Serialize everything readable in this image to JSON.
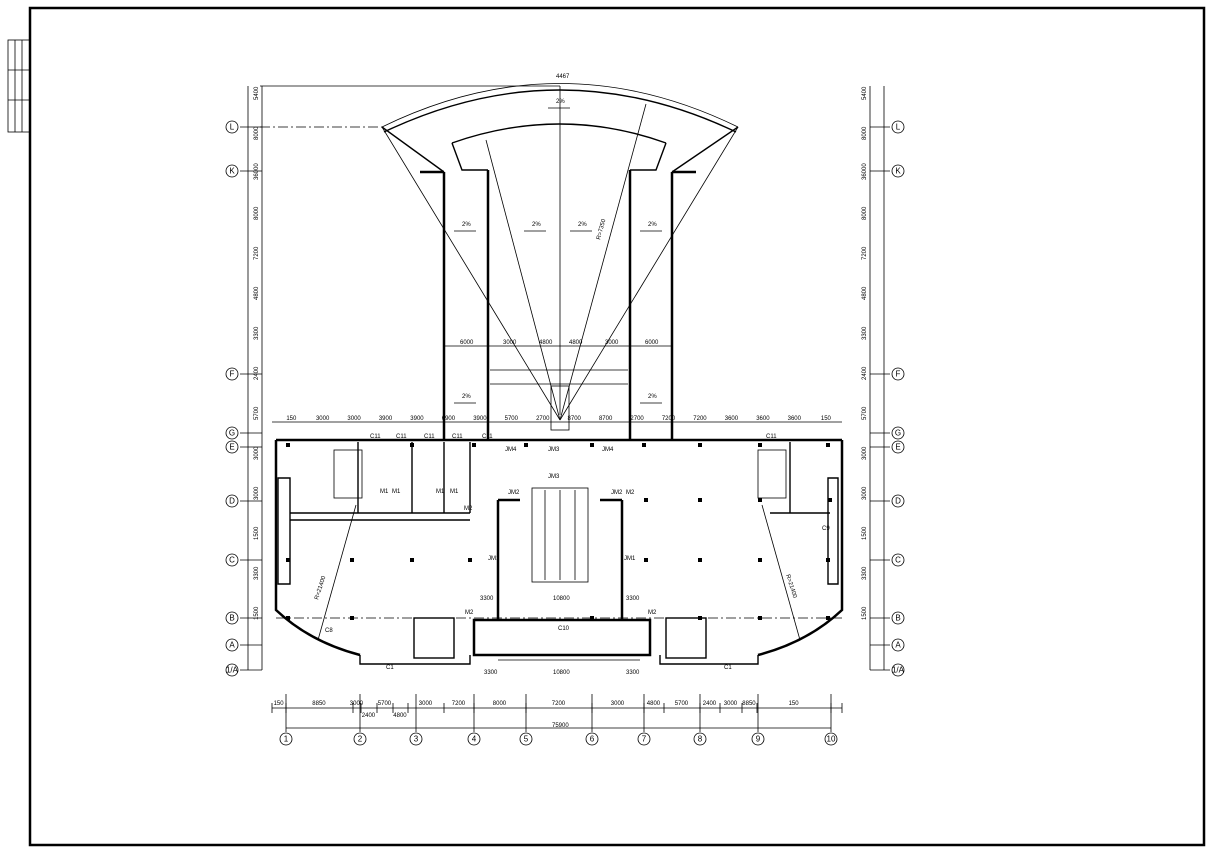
{
  "drawing": {
    "top_arc_dimension": "4467",
    "radius_label": "R=7350",
    "slope_labels": [
      "2%",
      "2%",
      "2%",
      "2%",
      "2%",
      "2%",
      "2%"
    ],
    "curve_radius_left": "R=21400",
    "curve_radius_right": "R=21400",
    "axes_bottom": [
      "1",
      "2",
      "3",
      "4",
      "5",
      "6",
      "7",
      "8",
      "9",
      "10"
    ],
    "axes_left": [
      {
        "id": "L"
      },
      {
        "id": "K"
      },
      {
        "id": "F"
      },
      {
        "id": "G"
      },
      {
        "id": "E"
      },
      {
        "id": "D"
      },
      {
        "id": "C"
      },
      {
        "id": "B"
      },
      {
        "id": "A"
      },
      {
        "id": "1/A"
      }
    ],
    "bottom_dims": [
      "150",
      "8850",
      "3000",
      "2400",
      "5700",
      "4800",
      "3000",
      "7200",
      "8000",
      "7200",
      "3000",
      "4800",
      "5700",
      "2400",
      "3000",
      "8850",
      "150"
    ],
    "bottom_total": "75900",
    "top_dims": [
      "150",
      "3000",
      "3000",
      "3900",
      "3900",
      "6900",
      "3900",
      "5700",
      "2700",
      "8700",
      "8700",
      "2700",
      "7200",
      "7200",
      "3600",
      "3600",
      "3600",
      "150"
    ],
    "left_dims": [
      "5400",
      "8000",
      "36000",
      "8000",
      "7200",
      "4800",
      "3300",
      "2400",
      "5700",
      "3000",
      "3000",
      "1500",
      "3300",
      "1500"
    ],
    "inner_dims": [
      "6000",
      "3000",
      "4800",
      "4800",
      "3000",
      "6000"
    ],
    "room_labels": {
      "windows_top": [
        "C11",
        "C11",
        "C11",
        "C11",
        "C11",
        "C11"
      ],
      "doors": [
        "M1",
        "M1",
        "M1",
        "M1",
        "M2",
        "M2",
        "M2",
        "M2",
        "JM4",
        "JM3",
        "JM4",
        "JM2",
        "JM2",
        "JM3",
        "JM1",
        "JM1"
      ],
      "c8": "C8",
      "c9": "C9",
      "c10": "C10",
      "c1_left": "C1",
      "c1_right": "C1",
      "escalator_width": "10800",
      "escalator_side_left": "3300",
      "escalator_side_right": "3300",
      "bottom_mid": [
        "3300",
        "10800",
        "3300"
      ]
    }
  }
}
